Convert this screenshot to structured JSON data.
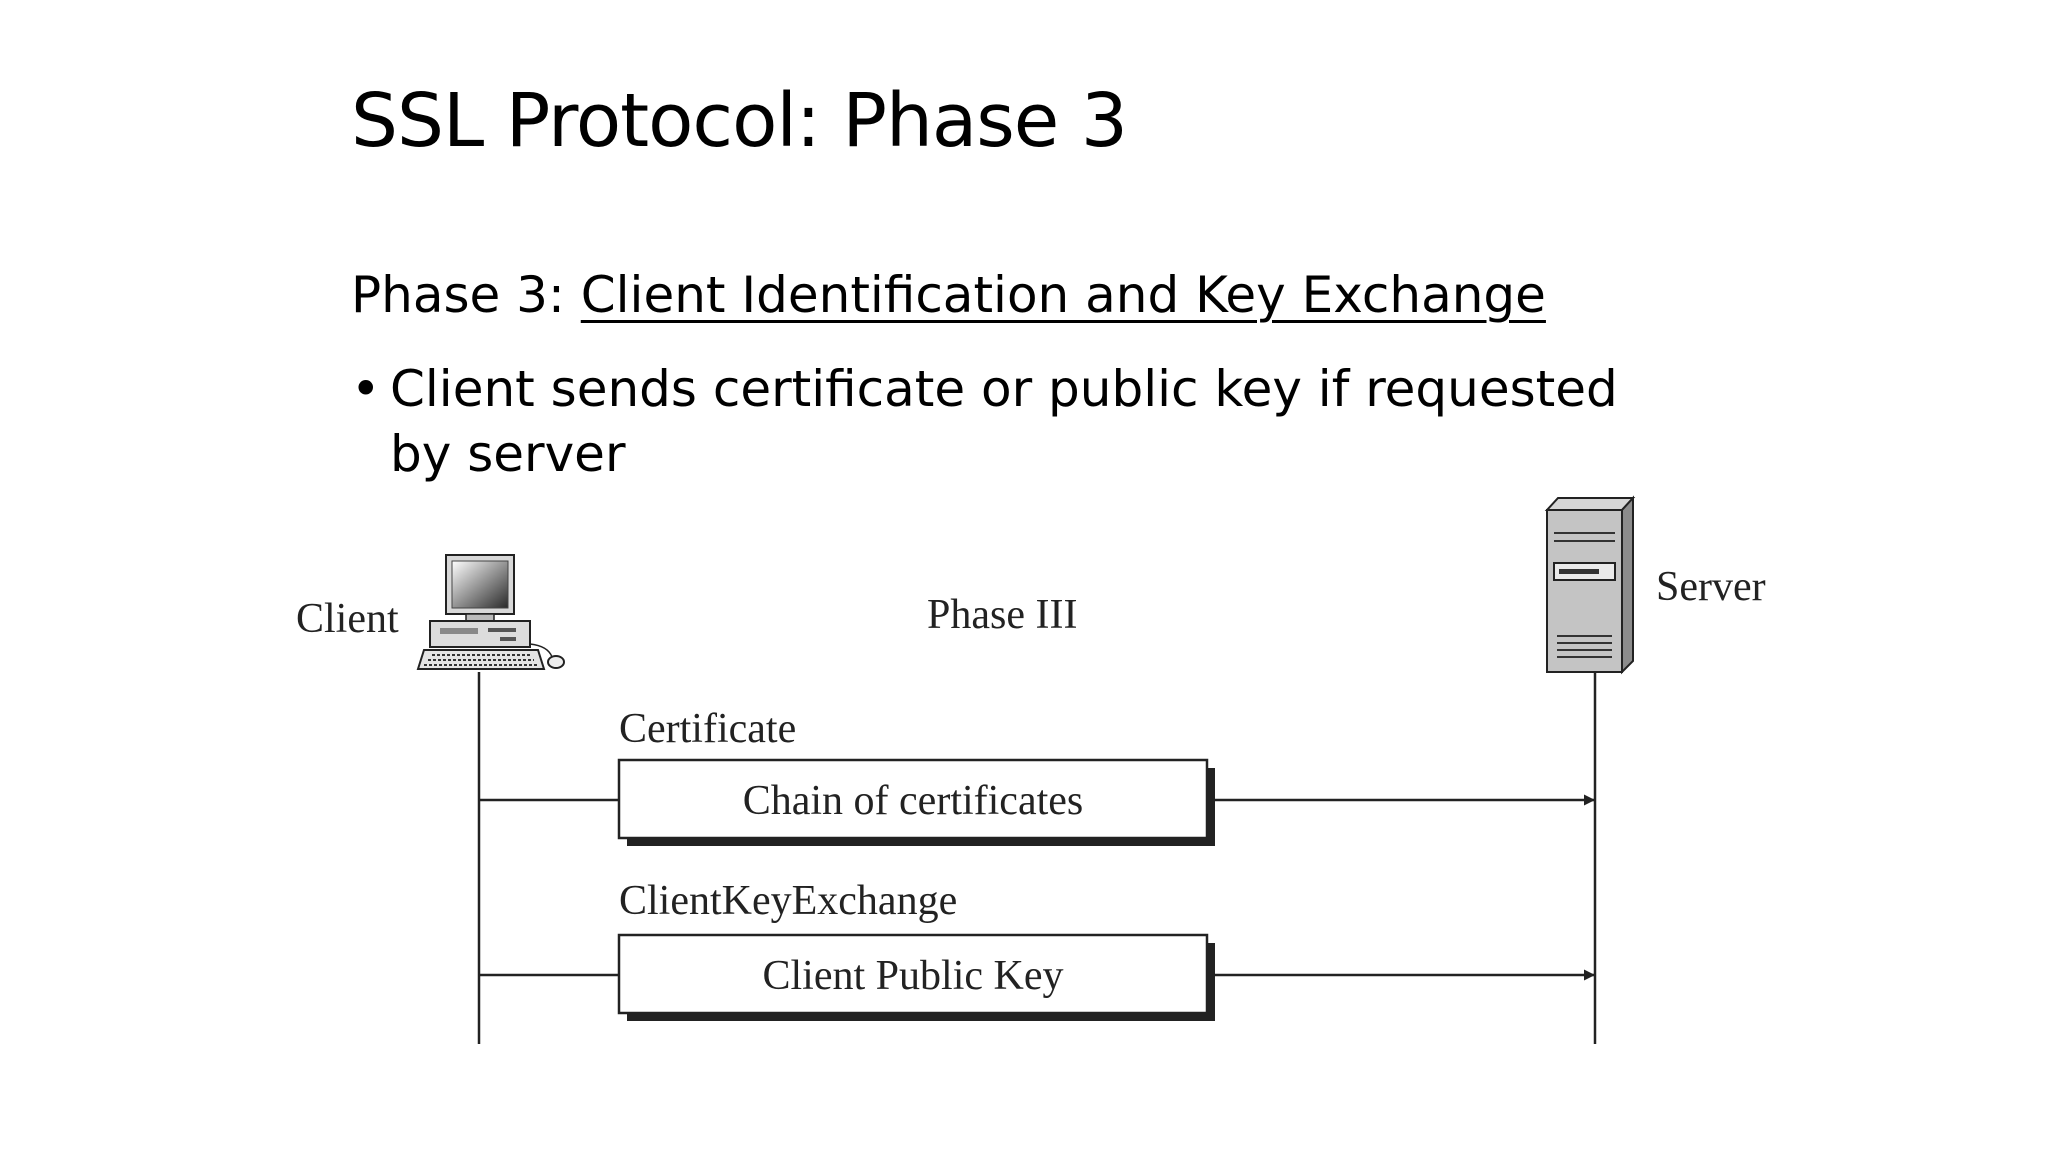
{
  "slide": {
    "title": "SSL Protocol: Phase 3",
    "subtitle_prefix": "Phase 3: ",
    "subtitle_underlined": "Client Identification and Key Exchange",
    "bullets": [
      {
        "marker": "•",
        "text": "Client sends certificate or public key if requested by server"
      }
    ]
  },
  "diagram": {
    "client_label": "Client",
    "server_label": "Server",
    "phase_label": "Phase III",
    "messages": [
      {
        "name": "Certificate",
        "content": "Chain of certificates"
      },
      {
        "name": "ClientKeyExchange",
        "content": "Client Public Key"
      }
    ],
    "icons": {
      "client": "desktop-computer-icon",
      "server": "server-tower-icon"
    }
  }
}
